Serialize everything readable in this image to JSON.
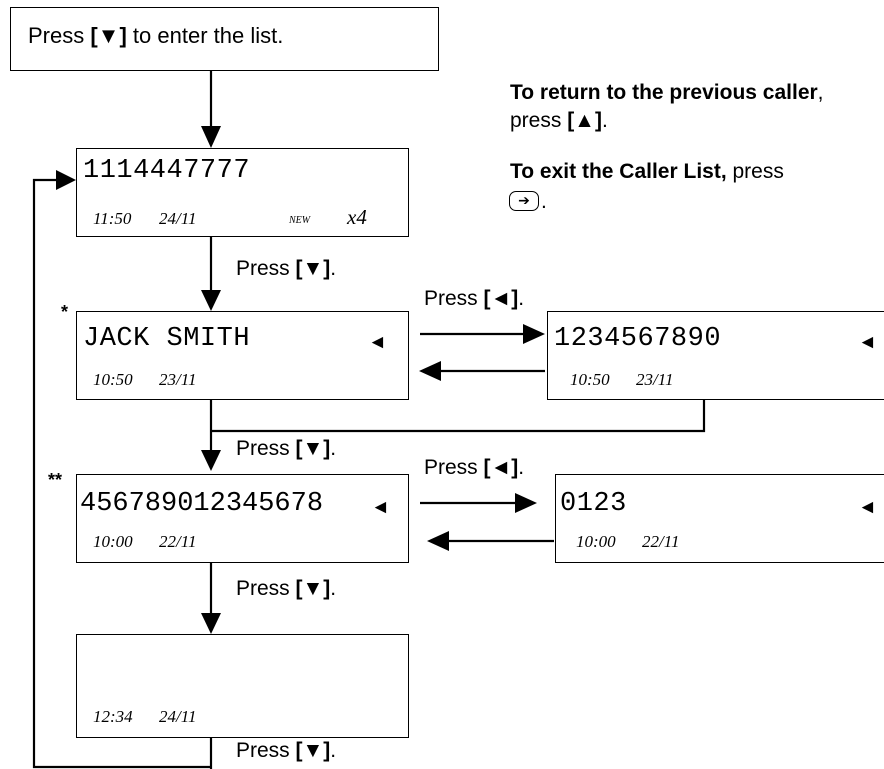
{
  "start_box": {
    "pre": "Press ",
    "key": "[▼]",
    "post": " to enter the list."
  },
  "notes": {
    "return_bold": "To return to the previous caller",
    "return_rest": ", press ",
    "return_key": "[▲]",
    "exit_bold": "To exit the Caller List,",
    "exit_rest": " press",
    "exit_key_icon": "off-key-icon"
  },
  "press_down": {
    "pre": "Press ",
    "key": "[▼]"
  },
  "press_left": {
    "pre": "Press ",
    "key": "[◄]"
  },
  "entries": [
    {
      "number": "1114447777",
      "time": "11:50",
      "date": "24/11",
      "badge": "NEW",
      "count": "x4"
    },
    {
      "marker": "*",
      "name": "JACK SMITH",
      "time": "10:50",
      "date": "23/11",
      "alt_number": "1234567890",
      "alt_time": "10:50",
      "alt_date": "23/11"
    },
    {
      "marker": "**",
      "number": "456789012345678",
      "time": "10:00",
      "date": "22/11",
      "alt_number": "0123",
      "alt_time": "10:00",
      "alt_date": "22/11"
    },
    {
      "time": "12:34",
      "date": "24/11"
    }
  ],
  "colors": {
    "line": "#000000",
    "background": "#ffffff"
  }
}
